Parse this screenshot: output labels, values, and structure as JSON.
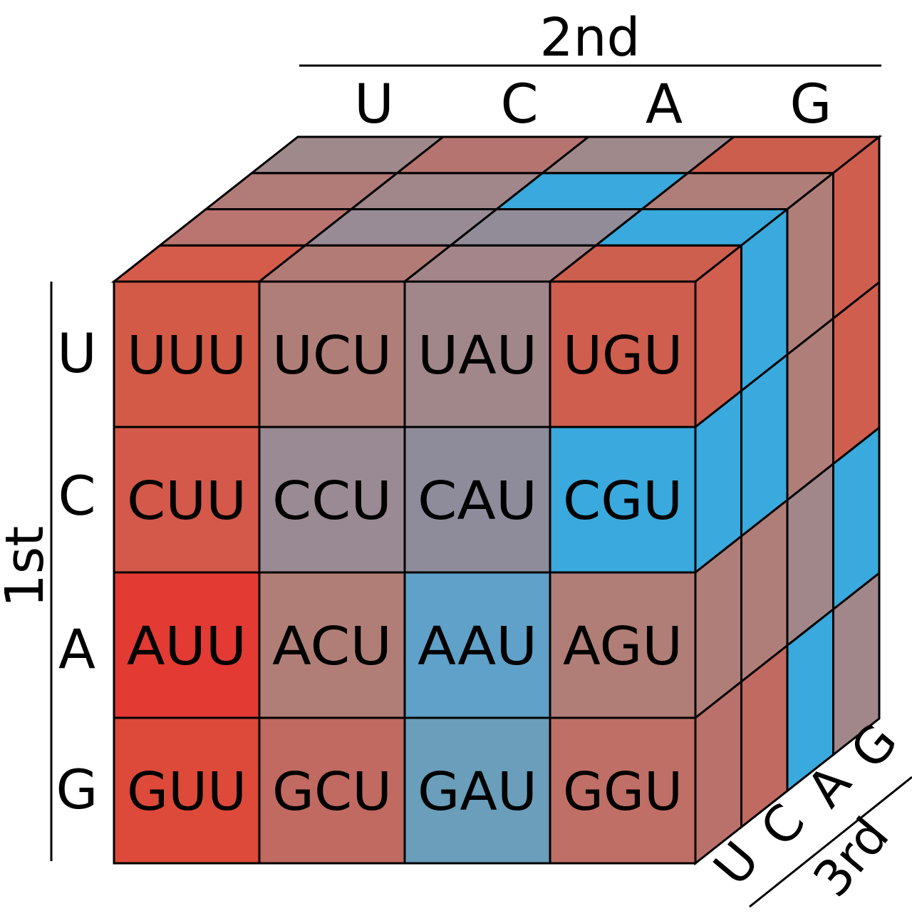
{
  "axes": {
    "second": {
      "title": "2nd",
      "labels": [
        "U",
        "C",
        "A",
        "G"
      ]
    },
    "first": {
      "title": "1st",
      "labels": [
        "U",
        "C",
        "A",
        "G"
      ]
    },
    "third": {
      "title": "3rd",
      "labels": [
        "U",
        "C",
        "A",
        "G"
      ]
    }
  },
  "front": {
    "codons": [
      [
        "UUU",
        "UCU",
        "UAU",
        "UGU"
      ],
      [
        "CUU",
        "CCU",
        "CAU",
        "CGU"
      ],
      [
        "AUU",
        "ACU",
        "AAU",
        "AGU"
      ],
      [
        "GUU",
        "GCU",
        "GAU",
        "GGU"
      ]
    ],
    "colors": [
      [
        "#d45a48",
        "#b07e79",
        "#a1878a",
        "#cf5e4e"
      ],
      [
        "#d4594a",
        "#9a8a93",
        "#8e8c9a",
        "#3aa9dd"
      ],
      [
        "#e33a33",
        "#b07e77",
        "#5fa1c8",
        "#b07e77"
      ],
      [
        "#dd4a39",
        "#c06a61",
        "#6a9eba",
        "#c06f66"
      ]
    ]
  },
  "top": {
    "colors": [
      [
        "#d55b4b",
        "#b27b76",
        "#a4868a",
        "#cd5f4f"
      ],
      [
        "#bb7571",
        "#998b95",
        "#928c98",
        "#3aa9dd"
      ],
      [
        "#b17b78",
        "#a1878a",
        "#3aa9dd",
        "#b07e79"
      ],
      [
        "#9f898b",
        "#b67470",
        "#9f898b",
        "#cc5e4e"
      ]
    ]
  },
  "side": {
    "colors": [
      [
        "#d15f50",
        "#3aa9dd",
        "#b07e79",
        "#d05e4f"
      ],
      [
        "#3aa9dd",
        "#3aa9dd",
        "#b07e79",
        "#d05e4f"
      ],
      [
        "#b07e79",
        "#b07e79",
        "#a1878a",
        "#3aa9dd"
      ],
      [
        "#bb716b",
        "#c06a61",
        "#3aa9dd",
        "#a1878a"
      ]
    ]
  }
}
